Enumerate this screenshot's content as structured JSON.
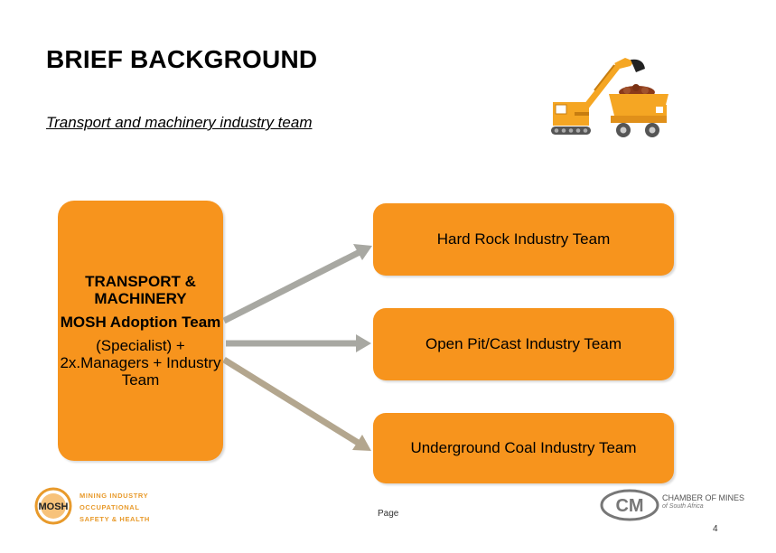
{
  "slide": {
    "title": "BRIEF BACKGROUND",
    "subtitle": "Transport and machinery industry team"
  },
  "left_box": {
    "line1": "TRANSPORT & MACHINERY",
    "line2": "MOSH Adoption Team",
    "line3": "(Specialist) + 2x.Managers + Industry Team"
  },
  "teams": [
    {
      "label": "Hard Rock Industry Team"
    },
    {
      "label": "Open Pit/Cast Industry Team"
    },
    {
      "label": "Underground Coal Industry Team"
    }
  ],
  "footer": {
    "mosh_logo_text": "MOSH",
    "mosh_lines": [
      "MINING INDUSTRY",
      "OCCUPATIONAL",
      "SAFETY & HEALTH"
    ],
    "page_label": "Page",
    "page_number": "4",
    "com_logo_text": "CM",
    "com_name": "CHAMBER OF MINES",
    "com_country": "of South Africa"
  },
  "colors": {
    "box_fill": "#f7941d",
    "arrow_gray": "#a8a8a2",
    "arrow_tan": "#b3a68e",
    "logo_accent": "#e89a2b"
  },
  "icons": [
    "excavator-icon",
    "dump-truck-icon",
    "mosh-logo",
    "chamber-of-mines-logo"
  ]
}
